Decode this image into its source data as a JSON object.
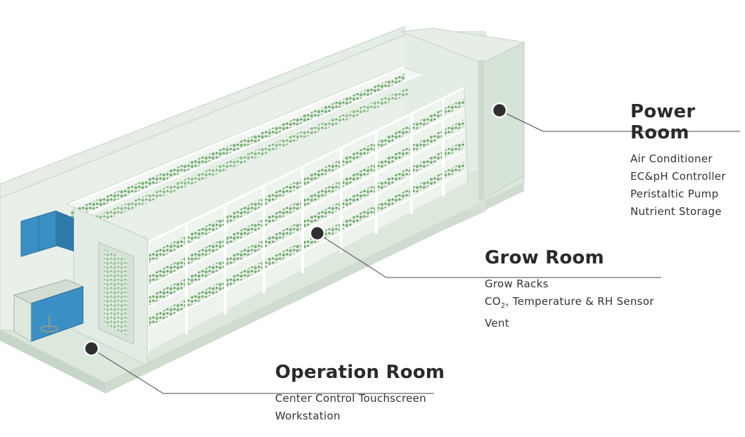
{
  "rooms": {
    "power": {
      "title": "Power Room",
      "items": [
        "Air Conditioner",
        "EC&pH Controller",
        "Peristaltic Pump",
        "Nutrient Storage"
      ]
    },
    "grow": {
      "title": "Grow Room",
      "items": [
        "Grow Racks",
        "CO",
        "2",
        ", Temperature & RH Sensor",
        "Vent"
      ]
    },
    "operation": {
      "title": "Operation Room",
      "items": [
        "Center Control Touchscreen",
        "Workstation"
      ]
    }
  },
  "colors": {
    "container_wall": "#e4efe6",
    "container_floor": "#dfeadf",
    "rack_frame": "#f4f7f4",
    "plants": "#79b07a",
    "cabinet": "#3a8fc4",
    "leader_line": "#444444",
    "marker": "#2f2f2f"
  }
}
